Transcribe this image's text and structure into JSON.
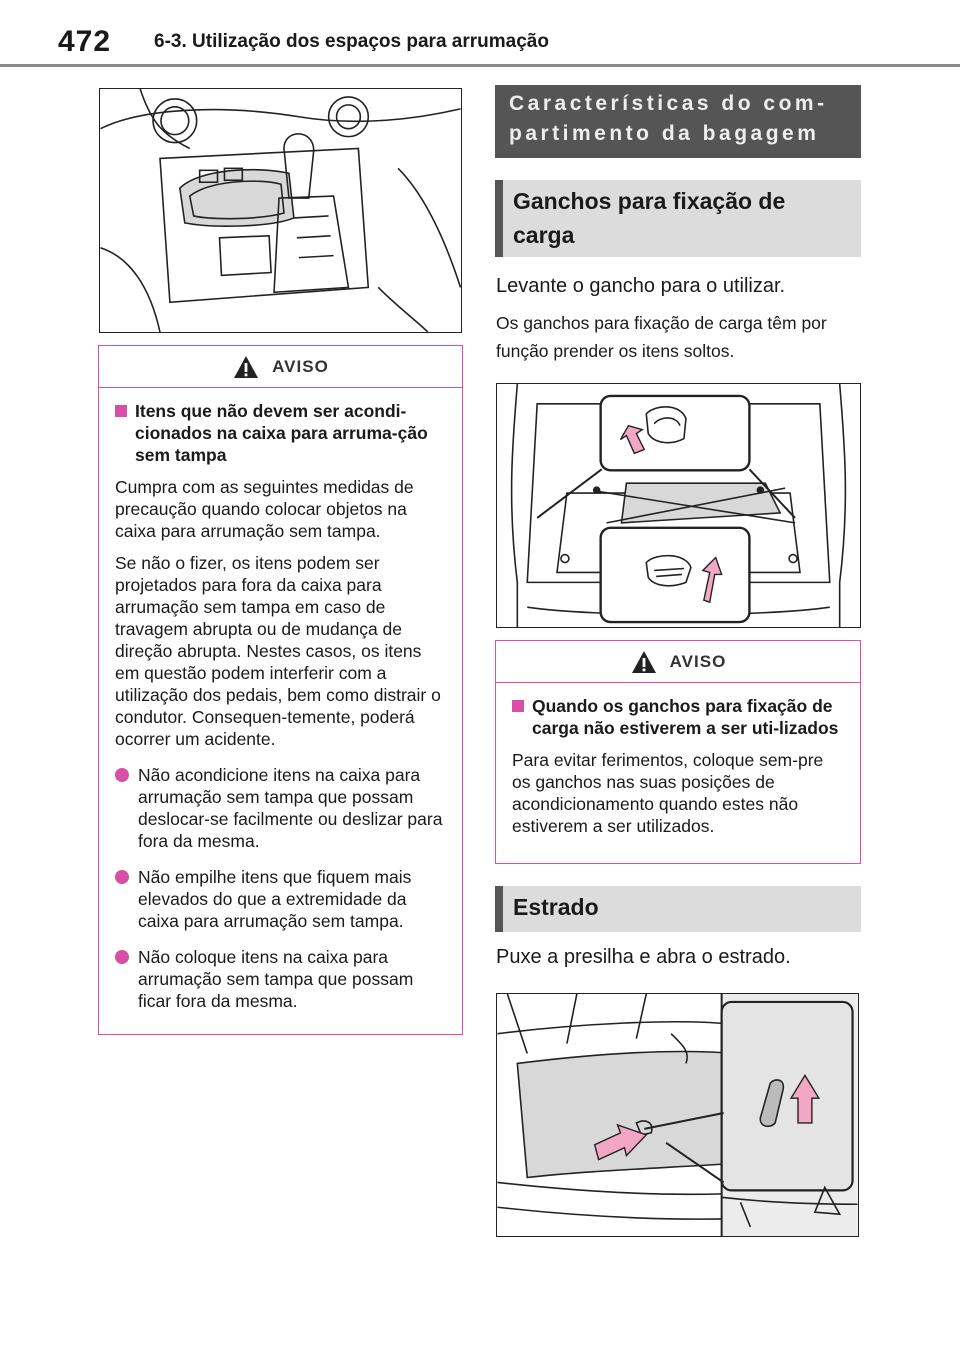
{
  "header": {
    "page_number": "472",
    "section_title": "6-3. Utilização dos espaços para arrumação"
  },
  "left_warning": {
    "label": "AVISO",
    "subtitle": "Itens que não devem ser acondi-cionados na caixa para arruma-ção sem tampa",
    "paragraphs": [
      "Cumpra com as seguintes medidas de precaução quando colocar objetos na caixa para arrumação sem tampa.",
      "Se não o fizer, os itens podem ser projetados para fora da caixa para arrumação sem tampa em caso de travagem abrupta ou de mudança de direção abrupta. Nestes casos, os itens em questão podem interferir com a utilização dos pedais, bem como distrair o condutor. Consequen-temente, poderá ocorrer um acidente."
    ],
    "bullets": [
      "Não acondicione itens na caixa para arrumação sem tampa que possam deslocar-se facilmente ou deslizar para fora da mesma.",
      "Não empilhe itens que fiquem mais elevados do que a extremidade da caixa para arrumação sem tampa.",
      "Não coloque itens na caixa para arrumação sem tampa que possam ficar fora da mesma."
    ]
  },
  "right": {
    "chapter_heading": "Características do com-partimento da bagagem",
    "hooks_heading": "Ganchos para fixação de carga",
    "hooks_lead": "Levante o gancho para o utilizar.",
    "hooks_text": "Os ganchos para fixação de carga têm por função prender os itens soltos.",
    "hooks_warning": {
      "label": "AVISO",
      "subtitle": "Quando os ganchos para fixação de carga não estiverem a ser uti-lizados",
      "paragraph": "Para evitar ferimentos, coloque sem-pre os ganchos nas suas posições de acondicionamento quando estes não estiverem a ser utilizados."
    },
    "deck_heading": "Estrado",
    "deck_lead": "Puxe a presilha e abra o estrado."
  },
  "colors": {
    "warning_accent": "#d94fa8",
    "arrow_fill": "#f4a7c4",
    "dark_heading_bg": "#555555",
    "grey_heading_bg": "#dcdcdc"
  }
}
